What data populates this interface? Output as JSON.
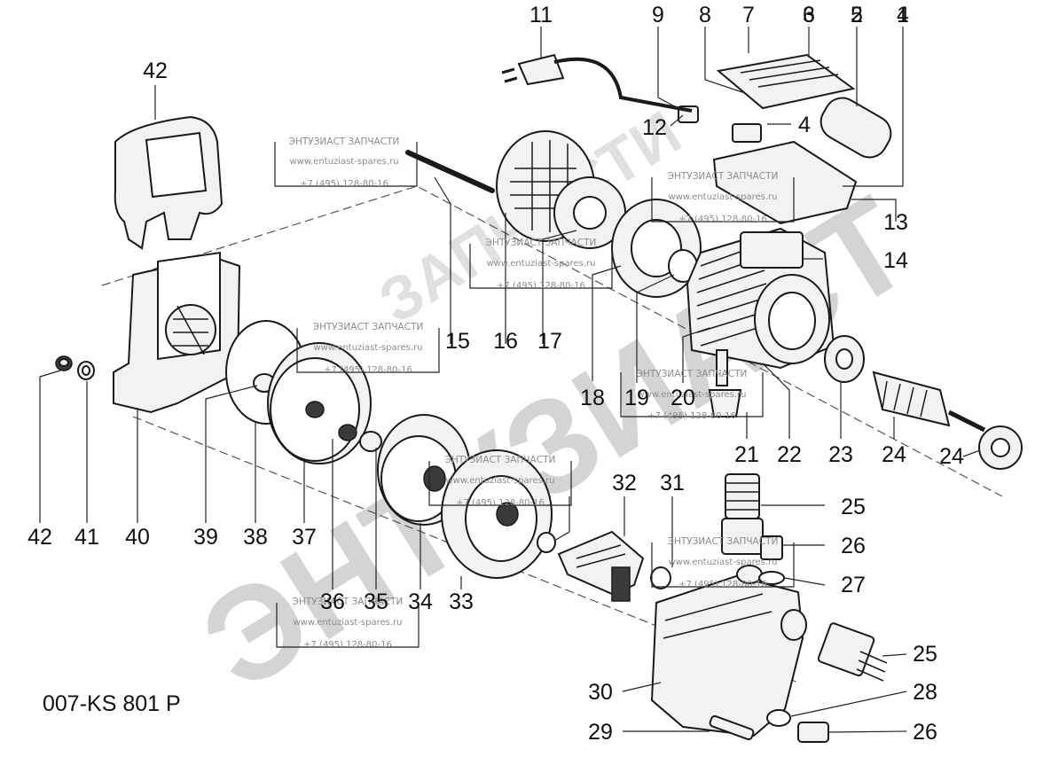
{
  "model_label": "007-KS 801 P",
  "watermark": {
    "brand": "ЭНТУЗИАСТ",
    "brand_light": "ЗАПЧАСТИ",
    "title": "ЭНТУЗИАСТ ЗАПЧАСТИ",
    "site": "www.entuziast-spares.ru",
    "phone": "+7 (495) 128-80-16"
  },
  "callouts": [
    "1",
    "2",
    "3",
    "4",
    "5",
    "6",
    "7",
    "8",
    "9",
    "11",
    "12",
    "13",
    "14",
    "15",
    "16",
    "17",
    "18",
    "19",
    "20",
    "21",
    "22",
    "23",
    "24",
    "24",
    "25",
    "25",
    "26",
    "26",
    "27",
    "28",
    "29",
    "30",
    "31",
    "32",
    "33",
    "34",
    "35",
    "36",
    "37",
    "38",
    "39",
    "40",
    "41",
    "42"
  ]
}
